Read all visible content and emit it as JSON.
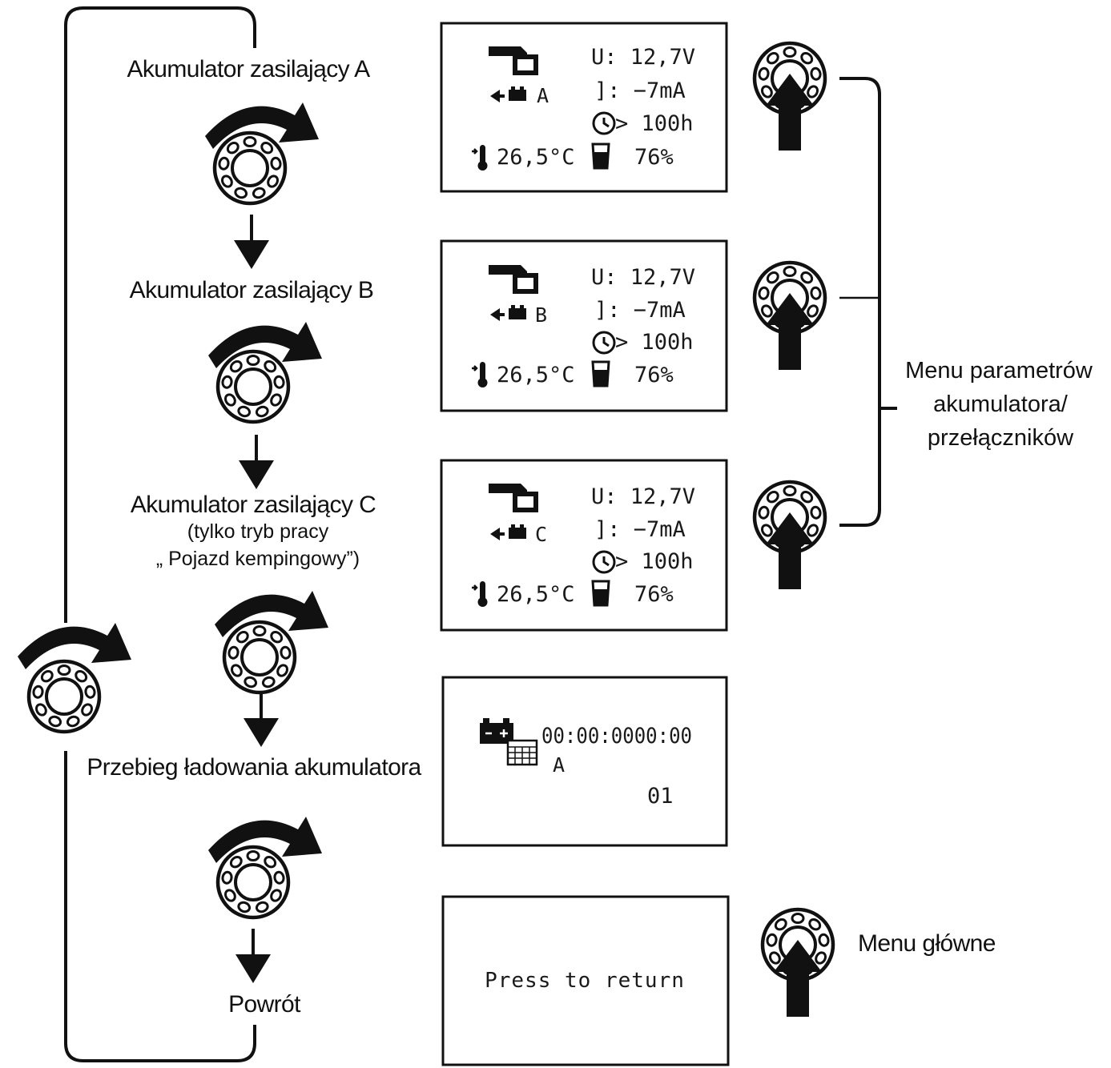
{
  "steps": {
    "a": "Akumulator zasilający A",
    "b": "Akumulator zasilający  B",
    "c": "Akumulator zasilający C",
    "c_note_1": "(tylko tryb pracy",
    "c_note_2": "„ Pojazd kempingowy”)",
    "history": "Przebieg ładowania akumulatora",
    "back": "Powrót"
  },
  "side": {
    "group_line1": "Menu parametrów",
    "group_line2": "akumulatora/",
    "group_line3": "przełączników",
    "main_menu": "Menu główne"
  },
  "screens": {
    "battery": [
      {
        "letter": "A",
        "voltage": "U: 12,7V",
        "current": "]:  −7mA",
        "time": "> 100h",
        "temp": "26,5°C",
        "level": "76%"
      },
      {
        "letter": "B",
        "voltage": "U: 12,7V",
        "current": "]:  −7mA",
        "time": "> 100h",
        "temp": "26,5°C",
        "level": "76%"
      },
      {
        "letter": "C",
        "voltage": "U: 12,7V",
        "current": "]:  −7mA",
        "time": "> 100h",
        "temp": "26,5°C",
        "level": "76%"
      }
    ],
    "history": {
      "datetime": "00:00:0000:00",
      "battery": "A",
      "index": "01"
    },
    "return": {
      "text": "Press to return"
    }
  }
}
